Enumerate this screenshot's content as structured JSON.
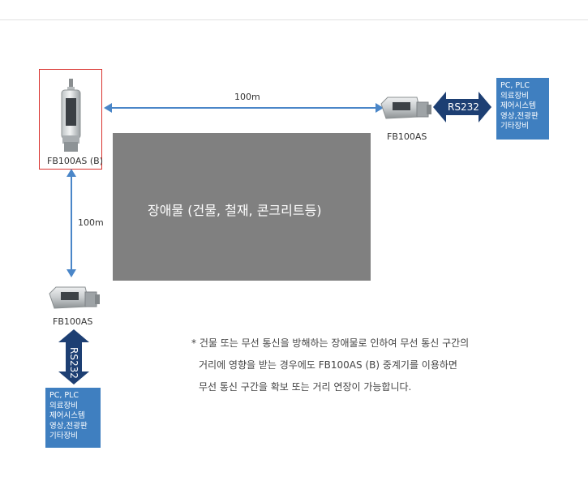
{
  "devices": {
    "repeater_label": "FB100AS (B)",
    "right_label": "FB100AS",
    "bottom_label": "FB100AS"
  },
  "links": {
    "horizontal_distance": "100m",
    "vertical_distance": "100m",
    "rs_right": "RS232",
    "rs_bottom": "RS232"
  },
  "obstacle": {
    "label": "장애물 (건물, 철재, 콘크리트등)"
  },
  "info_right": [
    "PC, PLC",
    "의료장비",
    "제어시스템",
    "영상,전광판",
    "기타장비"
  ],
  "info_bottom": [
    "PC, PLC",
    "의료장비",
    "제어시스템",
    "영상,전광판",
    "기타장비"
  ],
  "note": {
    "line1": "* 건물 또는 무선 통신을 방해하는 장애물로 인하여 무선 통신 구간의",
    "line2": "거리에 영향을 받는 경우에도 FB100AS (B) 중계기를 이용하면",
    "line3": "무선 통신 구간을 확보 또는 거리 연장이 가능합니다."
  },
  "colors": {
    "arrow": "#4a86c8",
    "rs_arrow": "#1d3f73",
    "info_bg": "#3f7fc0",
    "obstacle": "#808080",
    "highlight_border": "#d9332f"
  }
}
